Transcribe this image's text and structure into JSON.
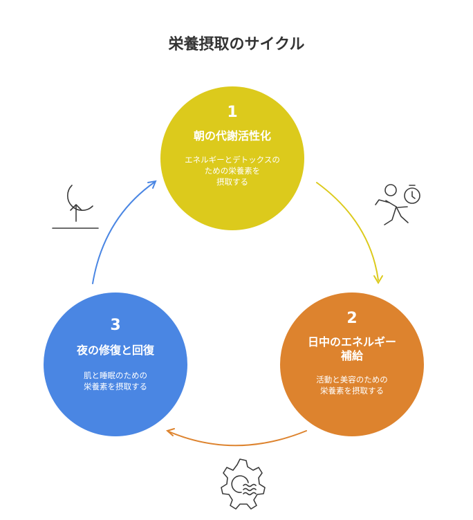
{
  "title": "栄養摂取のサイクル",
  "steps": [
    {
      "number": "1",
      "title": "朝の代謝活性化",
      "desc": [
        "エネルギーとデトックスの",
        "ための栄養素を",
        "摂取する"
      ],
      "color": "#dcca1c"
    },
    {
      "number": "2",
      "title_lines": [
        "日中のエネルギー",
        "補給"
      ],
      "desc": [
        "活動と美容のための",
        "栄養素を摂取する"
      ],
      "color": "#dd832e"
    },
    {
      "number": "3",
      "title": "夜の修復と回復",
      "desc": [
        "肌と睡眠のための",
        "栄養素を摂取する"
      ],
      "color": "#4a86e3"
    }
  ],
  "arrow_colors": {
    "yellow": "#dcca1c",
    "orange": "#dd832e",
    "blue": "#4a86e3"
  },
  "icons": [
    "sunrise-icon",
    "running-stopwatch-icon",
    "gear-heat-icon"
  ]
}
